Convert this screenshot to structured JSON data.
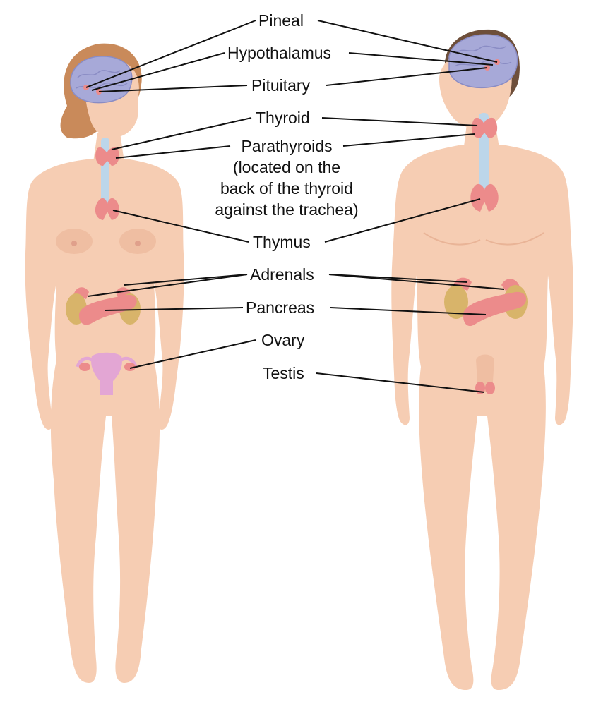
{
  "labels": {
    "pineal": "Pineal",
    "hypothalamus": "Hypothalamus",
    "pituitary": "Pituitary",
    "thyroid": "Thyroid",
    "parathyroids": "Parathyroids",
    "parathyroids_note_1": "(located on the",
    "parathyroids_note_2": "back of the thyroid",
    "parathyroids_note_3": "against the trachea)",
    "thymus": "Thymus",
    "adrenals": "Adrenals",
    "pancreas": "Pancreas",
    "ovary": "Ovary",
    "testis": "Testis"
  },
  "colors": {
    "skin": "#f6cdb3",
    "skin_shadow": "#e9b497",
    "brain": "#a7a9d8",
    "gland": "#ec8b8b",
    "adrenal_kidney": "#d8b46a",
    "trachea": "#bcd6ea",
    "hair_female": "#c98a5a",
    "hair_male": "#6e4f3a",
    "uterus": "#e3a6d4"
  }
}
